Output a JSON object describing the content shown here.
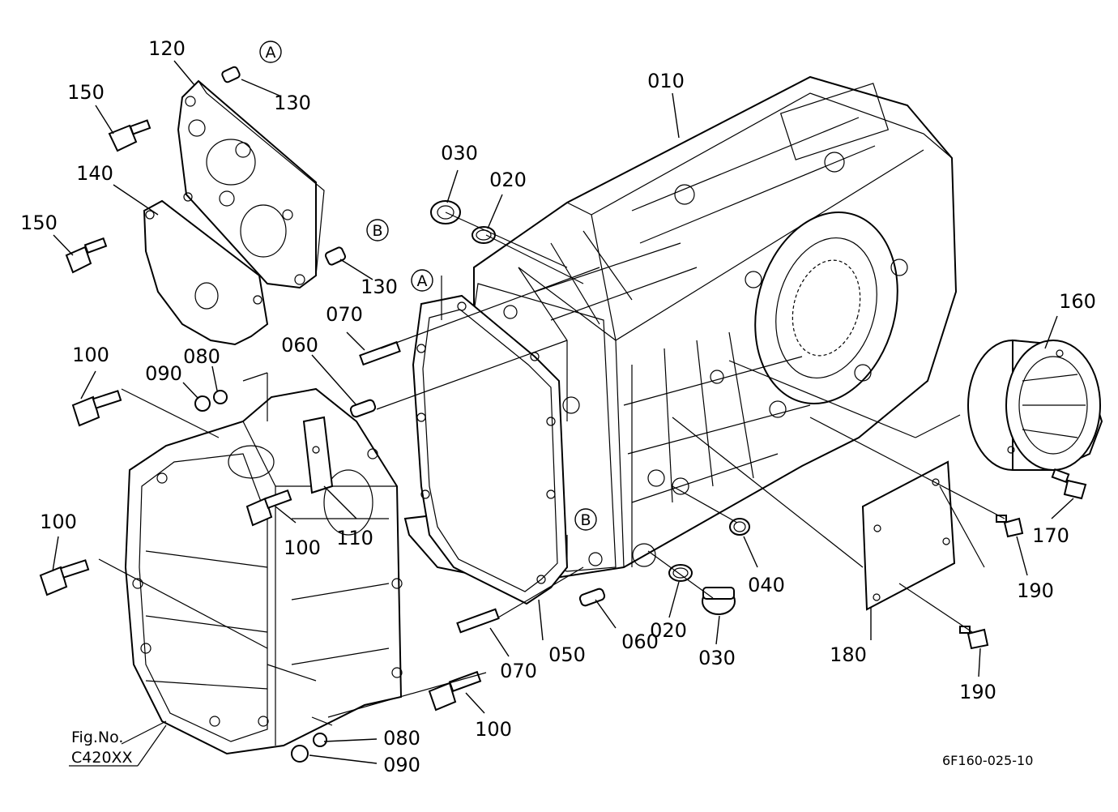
{
  "callouts": {
    "c010": "010",
    "c020a": "020",
    "c020b": "020",
    "c030a": "030",
    "c030b": "030",
    "c040": "040",
    "c050": "050",
    "c060a": "060",
    "c060b": "060",
    "c070a": "070",
    "c070b": "070",
    "c080a": "080",
    "c080b": "080",
    "c090a": "090",
    "c090b": "090",
    "c100a": "100",
    "c100b": "100",
    "c100c": "100",
    "c100d": "100",
    "c110": "110",
    "c120": "120",
    "c130a": "130",
    "c130b": "130",
    "c140": "140",
    "c150a": "150",
    "c150b": "150",
    "c160": "160",
    "c170": "170",
    "c180": "180",
    "c190a": "190",
    "c190b": "190"
  },
  "refs": {
    "a1": "A",
    "a2": "A",
    "b1": "B",
    "b2": "B"
  },
  "figure": {
    "fig_label": "Fig.No.",
    "fig_number": "C420XX",
    "drawing_code": "6F160-025-10"
  }
}
